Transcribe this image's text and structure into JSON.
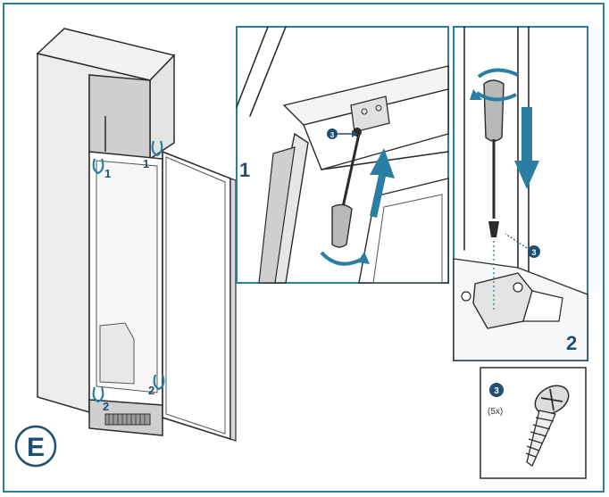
{
  "diagram": {
    "step_label": "E",
    "panel_numbers": [
      "1",
      "2"
    ],
    "hinge_markers": [
      "1",
      "1",
      "2",
      "2"
    ],
    "callout_number": "3",
    "screw_quantity": "(5x)",
    "colors": {
      "frame_border": "#2a7ea3",
      "accent_blue": "#2a7ea3",
      "dark_navy": "#1f4f73",
      "appliance_gray": "#d8d8d8",
      "appliance_dark": "#9a9a9a"
    },
    "icons": [
      "screwdriver-icon",
      "screw-icon",
      "rotation-arrow-icon",
      "direction-arrow-icon"
    ]
  }
}
